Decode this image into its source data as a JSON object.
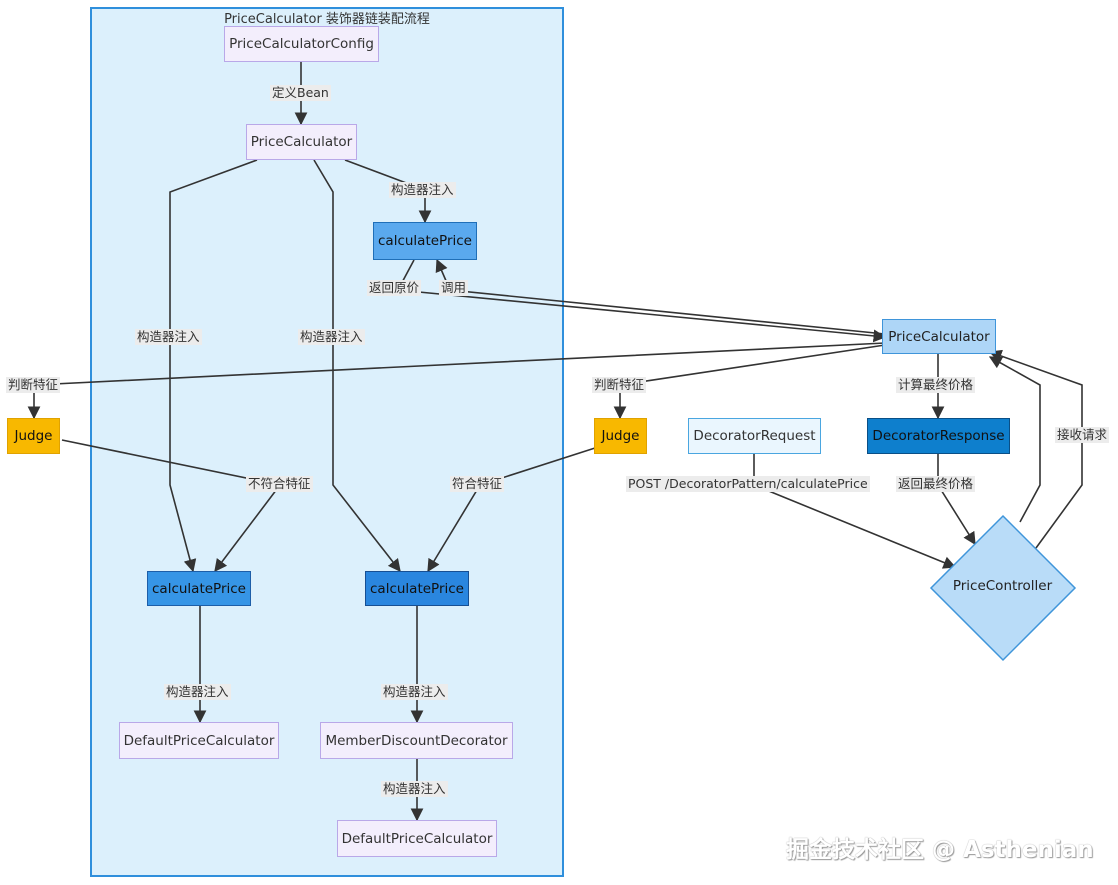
{
  "title": "PriceCalculator 装饰器链装配流程",
  "nodes": {
    "config": "PriceCalculatorConfig",
    "pc_top": "PriceCalculator",
    "calc_top": "calculatePrice",
    "calc_left": "calculatePrice",
    "calc_right": "calculatePrice",
    "default_left": "DefaultPriceCalculator",
    "member": "MemberDiscountDecorator",
    "default_bottom": "DefaultPriceCalculator",
    "pc_right": "PriceCalculator",
    "judge_left": "Judge",
    "judge_mid": "Judge",
    "request": "DecoratorRequest",
    "response": "DecoratorResponse",
    "controller": "PriceController"
  },
  "edges": {
    "define_bean": "定义Bean",
    "ctor_to_calc": "构造器注入",
    "ctor_left": "构造器注入",
    "ctor_mid": "构造器注入",
    "return_original": "返回原价",
    "call": "调用",
    "judge_feature_left": "判断特征",
    "judge_feature_mid": "判断特征",
    "not_match": "不符合特征",
    "match": "符合特征",
    "compute_final": "计算最终价格",
    "receive_request": "接收请求",
    "return_final": "返回最终价格",
    "post_path": "POST /DecoratorPattern/calculatePrice",
    "ctor_default": "构造器注入",
    "ctor_member": "构造器注入",
    "ctor_bottom": "构造器注入"
  },
  "colors": {
    "cluster_bg": "#dcf0fc",
    "cluster_border": "#2f8fdc",
    "judge": "#f8b800",
    "response": "#0e7fcd",
    "edge": "#333333"
  },
  "watermark": "掘金技术社区 @ Asthenian"
}
